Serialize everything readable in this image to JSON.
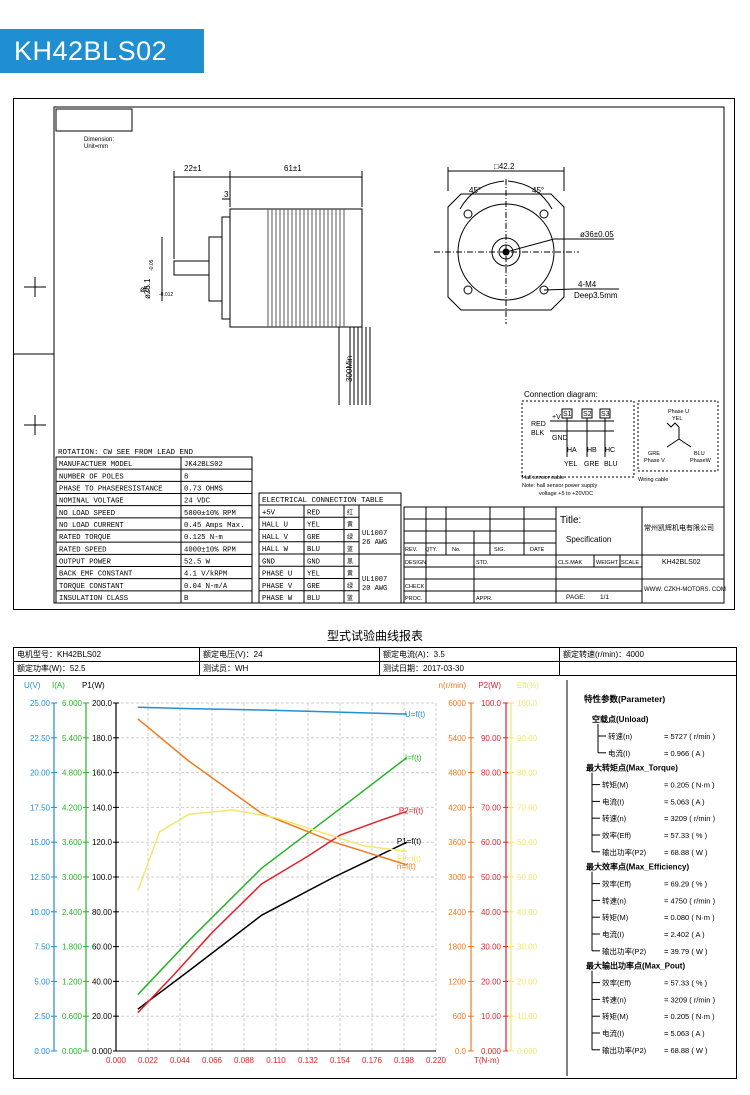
{
  "header": {
    "model_title": "KH42BLS02"
  },
  "drawing": {
    "dimension_note": [
      "Dimension:",
      "Unit=mm"
    ],
    "dims": {
      "shaft_len": "22±1",
      "body_len": "61±1",
      "flange": "3",
      "square": "□42.2",
      "angle1": "45°",
      "angle2": "45°",
      "pilot": "ø36±0.05",
      "holes": "4-M4",
      "depth": "Deep3.5mm",
      "flange_dia": "ø25.1",
      "flange_tol": "-0.05",
      "shaft_dia": "ø5",
      "shaft_tol": "-0.012",
      "lead": "300Min"
    },
    "rotation_note": "ROTATION: CW SEE FROM LEAD END",
    "specs": [
      {
        "label": "MANUFACTUER MODEL",
        "value": "JK42BLS02"
      },
      {
        "label": "NUMBER OF POLES",
        "value": "8"
      },
      {
        "label": "PHASE TO PHASERESISTANCE",
        "value": "0.73 OHMS"
      },
      {
        "label": "NOMINAL VOLTAGE",
        "value": "24 VDC"
      },
      {
        "label": "NO LOAD SPEED",
        "value": "5800±10% RPM"
      },
      {
        "label": "NO LOAD CURRENT",
        "value": "0.45 Amps Max."
      },
      {
        "label": "RATED TORQUE",
        "value": "0.125 N-m"
      },
      {
        "label": "RATED SPEED",
        "value": "4000±10% RPM"
      },
      {
        "label": "OUTPUT POWER",
        "value": "52.5 W"
      },
      {
        "label": "BACK EMF CONSTANT",
        "value": "4.1 V/kRPM"
      },
      {
        "label": "TORQUE CONSTANT",
        "value": "0.04 N-m/A"
      },
      {
        "label": "INSULATION CLASS",
        "value": "B"
      }
    ],
    "elec_title": "ELECTRICAL CONNECTION TABLE",
    "elec_rows": [
      {
        "name": "+5V",
        "color": "RED",
        "cn": "红"
      },
      {
        "name": "HALL U",
        "color": "YEL",
        "cn": "黄"
      },
      {
        "name": "HALL V",
        "color": "GRE",
        "cn": "绿"
      },
      {
        "name": "HALL W",
        "color": "BLU",
        "cn": "蓝"
      },
      {
        "name": "GND",
        "color": "GND",
        "cn": "黑"
      },
      {
        "name": "PHASE U",
        "color": "YEL",
        "cn": "黄"
      },
      {
        "name": "PHASE V",
        "color": "GRE",
        "cn": "绿"
      },
      {
        "name": "PHASE W",
        "color": "BLU",
        "cn": "蓝"
      }
    ],
    "cable1": [
      "UL1007",
      "26 AWG"
    ],
    "cable2": [
      "UL1007",
      "20 AWG"
    ],
    "conn": {
      "title": "Connection diagram:",
      "red": "RED",
      "blk": "BLK",
      "v5": "+V",
      "gnd": "GND",
      "s1": "S1",
      "s2": "S2",
      "s3": "S3",
      "ha": "HA",
      "hb": "HB",
      "hc": "HC",
      "yel": "YEL",
      "gre": "GRE",
      "blu": "BLU",
      "note1": "Hall sensor cable",
      "note2": "Note: hall sensor power supply",
      "note3": "voltage +5 to +20VDC",
      "phase_u": "Phase U",
      "phase_u_c": "YEL",
      "phase_v_c": "GRE",
      "phase_v": "Phase V",
      "phase_w_c": "BLU",
      "phase_w": "PhaseW",
      "wiring": "Wiring cable"
    },
    "titleblock": {
      "rev": "REV.",
      "qty": "QTY.",
      "no": "No.",
      "sig": "SIG.",
      "date": "DATE",
      "design": "DESIGN",
      "std": "STD.",
      "check": "CHECK",
      "proc": "PROC.",
      "appr": "APPR.",
      "title_label": "Title:",
      "spec": "Specification",
      "company": "常州凯辉机电有限公司",
      "cls": "CLS.MAK",
      "weight": "WEIGHT",
      "scale": "SCALE",
      "model": "KH42BLS02",
      "url": "WWW. CZKH-MOTORS. COM",
      "page_label": "PAGE:",
      "page_value": "1/1"
    }
  },
  "report": {
    "title": "型式试验曲线报表",
    "hdr1": [
      "电机型号：KH42BLS02",
      "额定电压(V)：24",
      "额定电流(A)：3.5",
      "额定转速(r/min)：4000"
    ],
    "hdr2": [
      "额定功率(W)：52.5",
      "测试员：WH",
      "测试日期：2017-03-30"
    ],
    "param_title": "特性参数(Parameter)",
    "groups": [
      {
        "title": "空载点(Unload)",
        "items": [
          {
            "k": "转速(n)",
            "v": "= 5727  ( r/min )"
          },
          {
            "k": "电流(I)",
            "v": "= 0.966  ( A )"
          }
        ]
      },
      {
        "title": "最大转矩点(Max_Torque)",
        "items": [
          {
            "k": "转矩(M)",
            "v": "= 0.205  ( N·m )"
          },
          {
            "k": "电流(I)",
            "v": "= 5.063  ( A )"
          },
          {
            "k": "转速(n)",
            "v": "= 3209  ( r/min )"
          },
          {
            "k": "效率(Eff)",
            "v": "= 57.33  ( % )"
          },
          {
            "k": "输出功率(P2)",
            "v": "= 68.88  ( W )"
          }
        ]
      },
      {
        "title": "最大效率点(Max_Efficiency)",
        "items": [
          {
            "k": "效率(Eff)",
            "v": "= 69.29  ( % )"
          },
          {
            "k": "转速(n)",
            "v": "= 4750  ( r/min )"
          },
          {
            "k": "转矩(M)",
            "v": "= 0.080  ( N·m )"
          },
          {
            "k": "电流(I)",
            "v": "= 2.402  ( A )"
          },
          {
            "k": "输出功率(P2)",
            "v": "= 39.79  ( W )"
          }
        ]
      },
      {
        "title": "最大输出功率点(Max_Pout)",
        "items": [
          {
            "k": "效率(Eff)",
            "v": "= 57.33  ( % )"
          },
          {
            "k": "转速(n)",
            "v": "= 3209  ( r/min )"
          },
          {
            "k": "转矩(M)",
            "v": "= 0.205  ( N·m )"
          },
          {
            "k": "电流(I)",
            "v": "= 5.063  ( A )"
          },
          {
            "k": "输出功率(P2)",
            "v": "= 68.88  ( W )"
          }
        ]
      }
    ]
  },
  "chart_data": {
    "type": "line",
    "xlabel": "T(N·m)",
    "xlim": [
      0,
      0.22
    ],
    "x_ticks": [
      "0.000",
      "0.022",
      "0.044",
      "0.066",
      "0.088",
      "0.110",
      "0.132",
      "0.154",
      "0.176",
      "0.198",
      "0.220"
    ],
    "axes": [
      {
        "label": "U(V)",
        "color": "#1f8fd2",
        "ticks": [
          "25.00",
          "22.50",
          "20.00",
          "17.50",
          "15.00",
          "12.50",
          "10.00",
          "7.50",
          "5.00",
          "2.50",
          "0.00"
        ]
      },
      {
        "label": "I(A)",
        "color": "#27b227",
        "ticks": [
          "6.000",
          "5.400",
          "4.800",
          "4.200",
          "3.600",
          "3.000",
          "2.400",
          "1.800",
          "1.200",
          "0.600",
          "0.000"
        ]
      },
      {
        "label": "P1(W)",
        "color": "#000000",
        "ticks": [
          "200.0",
          "180.0",
          "160.0",
          "140.0",
          "120.0",
          "100.0",
          "80.00",
          "60.00",
          "40.00",
          "20.00",
          "0.000"
        ]
      },
      {
        "label": "n(r/min)",
        "color": "#f07a1e",
        "ticks": [
          "6000",
          "5400",
          "4800",
          "4200",
          "3600",
          "3000",
          "2400",
          "1800",
          "1200",
          "600",
          "0.0"
        ]
      },
      {
        "label": "P2(W)",
        "color": "#e4202a",
        "ticks": [
          "100.0",
          "90.00",
          "80.00",
          "70.00",
          "60.00",
          "50.00",
          "40.00",
          "30.00",
          "20.00",
          "10.00",
          "0.000"
        ]
      },
      {
        "label": "Eff(%)",
        "color": "#f2e66e",
        "ticks": [
          "100.0",
          "90.00",
          "80.00",
          "70.00",
          "60.00",
          "50.00",
          "40.00",
          "30.00",
          "20.00",
          "10.00",
          "0.000"
        ]
      }
    ],
    "series": [
      {
        "name": "U=f(t)",
        "color": "#1f8fd2",
        "axis": 0,
        "points": [
          [
            0.015,
            24.7
          ],
          [
            0.05,
            24.6
          ],
          [
            0.1,
            24.5
          ],
          [
            0.15,
            24.35
          ],
          [
            0.2,
            24.2
          ]
        ]
      },
      {
        "name": "I=f(t)",
        "color": "#27b227",
        "axis": 1,
        "points": [
          [
            0.015,
            0.97
          ],
          [
            0.05,
            1.9
          ],
          [
            0.1,
            3.15
          ],
          [
            0.15,
            4.1
          ],
          [
            0.2,
            5.06
          ]
        ]
      },
      {
        "name": "P1=f(t)",
        "color": "#000000",
        "axis": 2,
        "points": [
          [
            0.015,
            24
          ],
          [
            0.05,
            46
          ],
          [
            0.1,
            78
          ],
          [
            0.15,
            100
          ],
          [
            0.2,
            120
          ]
        ]
      },
      {
        "name": "n=f(t)",
        "color": "#f07a1e",
        "axis": 3,
        "points": [
          [
            0.015,
            5727
          ],
          [
            0.05,
            5000
          ],
          [
            0.1,
            4100
          ],
          [
            0.15,
            3600
          ],
          [
            0.2,
            3209
          ]
        ]
      },
      {
        "name": "P2=f(t)",
        "color": "#e4202a",
        "axis": 4,
        "points": [
          [
            0.015,
            11
          ],
          [
            0.04,
            22
          ],
          [
            0.066,
            34
          ],
          [
            0.1,
            48
          ],
          [
            0.132,
            56
          ],
          [
            0.154,
            62
          ],
          [
            0.18,
            66
          ],
          [
            0.2,
            68.88
          ]
        ]
      },
      {
        "name": "Eff=f(t)",
        "color": "#f2e66e",
        "axis": 5,
        "points": [
          [
            0.015,
            46
          ],
          [
            0.03,
            63
          ],
          [
            0.05,
            68
          ],
          [
            0.08,
            69.29
          ],
          [
            0.11,
            67
          ],
          [
            0.14,
            63
          ],
          [
            0.17,
            59
          ],
          [
            0.2,
            57.33
          ]
        ]
      }
    ],
    "grid": true,
    "legend": "inline-right"
  }
}
